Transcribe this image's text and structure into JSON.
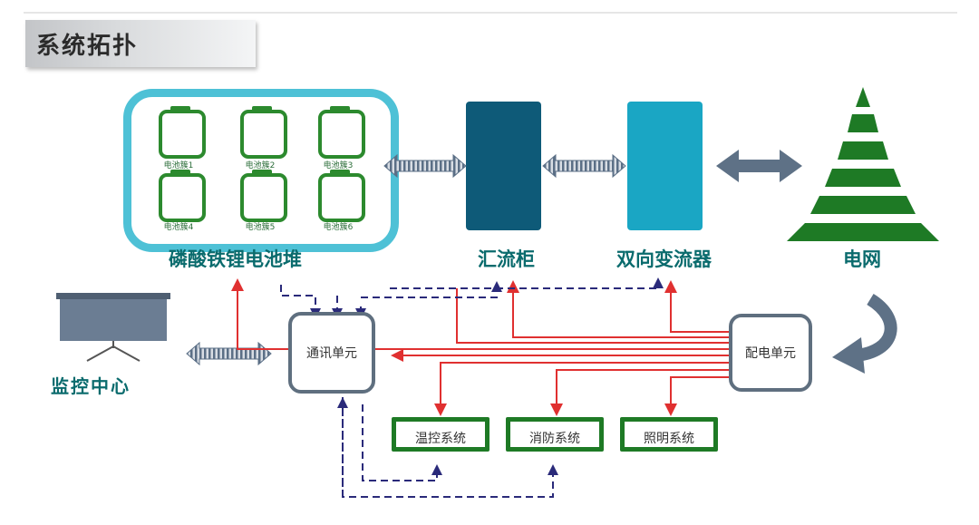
{
  "title": "系统拓扑",
  "battery_stack": {
    "label": "磷酸铁锂电池堆",
    "cells": [
      "电池簇1",
      "电池簇2",
      "电池簇3",
      "电池簇4",
      "电池簇5",
      "电池簇6"
    ]
  },
  "combiner_cabinet": {
    "label": "汇流柜"
  },
  "bidirectional_converter": {
    "label": "双向变流器"
  },
  "grid": {
    "label": "电网"
  },
  "monitoring_center": {
    "label": "监控中心"
  },
  "communication_unit": {
    "label": "通讯单元"
  },
  "distribution_unit": {
    "label": "配电单元"
  },
  "subsystems": [
    "温控系统",
    "消防系统",
    "照明系统"
  ],
  "colors": {
    "stack_border": "#4ec1d6",
    "cell_green": "#2c8a2e",
    "cabinet": "#0e5a78",
    "converter": "#1aa6c4",
    "grid_green": "#1e7a25",
    "power_line": "#e03030",
    "signal_line": "#2a2a7a",
    "node_label": "#0a6b6d"
  },
  "icons": [
    "grid-tower-icon",
    "monitor-screen-icon",
    "double-arrow-connector",
    "curved-arrow-icon"
  ]
}
